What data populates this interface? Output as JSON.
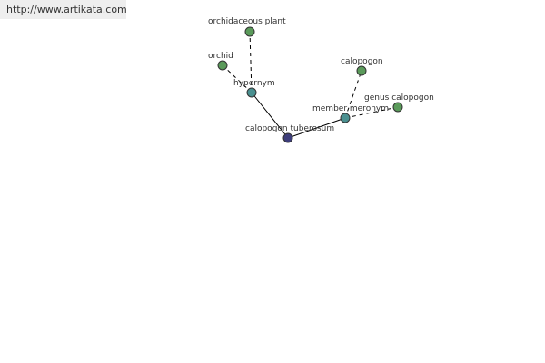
{
  "site": {
    "url_label": "http://www.artikata.com"
  },
  "colors": {
    "root": "#3d3d7a",
    "relation": "#4a9090",
    "leaf": "#5a9a5a"
  },
  "graph": {
    "nodes": [
      {
        "id": "calopogon-tuberosum",
        "label": "calopogon tuberosum",
        "kind": "root"
      },
      {
        "id": "hypernym",
        "label": "hypernym",
        "kind": "relation"
      },
      {
        "id": "member-meronym",
        "label": "member meronym",
        "kind": "relation"
      },
      {
        "id": "orchidaceous-plant",
        "label": "orchidaceous plant",
        "kind": "leaf"
      },
      {
        "id": "orchid",
        "label": "orchid",
        "kind": "leaf"
      },
      {
        "id": "calopogon",
        "label": "calopogon",
        "kind": "leaf"
      },
      {
        "id": "genus-calopogon",
        "label": "genus calopogon",
        "kind": "leaf"
      }
    ],
    "edges": [
      {
        "from": "calopogon-tuberosum",
        "to": "hypernym",
        "style": "solid"
      },
      {
        "from": "calopogon-tuberosum",
        "to": "member-meronym",
        "style": "solid"
      },
      {
        "from": "hypernym",
        "to": "orchidaceous-plant",
        "style": "dashed"
      },
      {
        "from": "hypernym",
        "to": "orchid",
        "style": "dashed"
      },
      {
        "from": "member-meronym",
        "to": "calopogon",
        "style": "dashed"
      },
      {
        "from": "member-meronym",
        "to": "genus-calopogon",
        "style": "dashed"
      }
    ]
  }
}
